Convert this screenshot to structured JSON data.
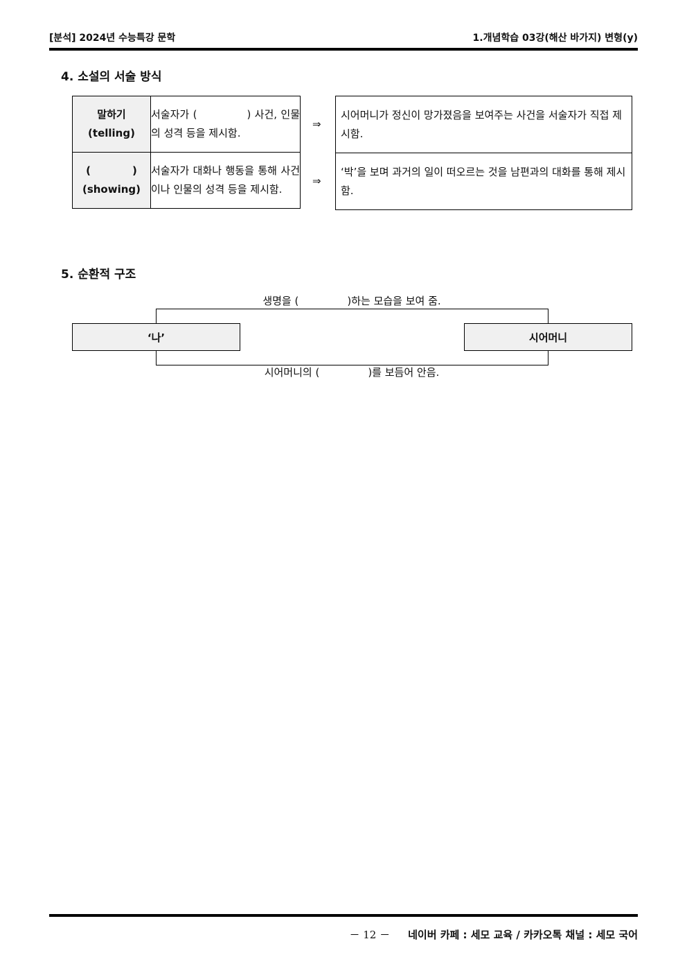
{
  "header": {
    "left": "[분석] 2024년 수능특강 문학",
    "right": "1.개념학습 03강(해산 바가지) 변형(y)"
  },
  "section4": {
    "title": "4. 소설의 서술 방식",
    "rows": [
      {
        "label_line1": "말하기",
        "label_line2": "(telling)",
        "desc_pre": "서술자가 (",
        "desc_post": ") 사건, 인물의 성격 등을 제시함.",
        "arrow": "⇒",
        "example": "시어머니가 정신이 망가졌음을 보여주는 사건을 서술자가 직접 제시함."
      },
      {
        "label_line1_open": "(",
        "label_line1_close": ")",
        "label_line2": "(showing)",
        "desc": "서술자가 대화나 행동을 통해 사건이나 인물의 성격 등을 제시함.",
        "arrow": "⇒",
        "example": "‘박’을 보며 과거의 일이 떠오르는 것을 남편과의 대화를 통해 제시함."
      }
    ]
  },
  "section5": {
    "title": "5. 순환적 구조",
    "top_pre": "생명을 (",
    "top_post": ")하는 모습을 보여 줌.",
    "bottom_pre": "시어머니의 (",
    "bottom_post": ")를 보듬어 안음.",
    "left_node": "‘나’",
    "right_node": "시어머니"
  },
  "footer": {
    "page": "－ 12 －",
    "text": "네이버 카페 : 세모 교육 / 카카오톡 채널 : 세모 국어"
  }
}
